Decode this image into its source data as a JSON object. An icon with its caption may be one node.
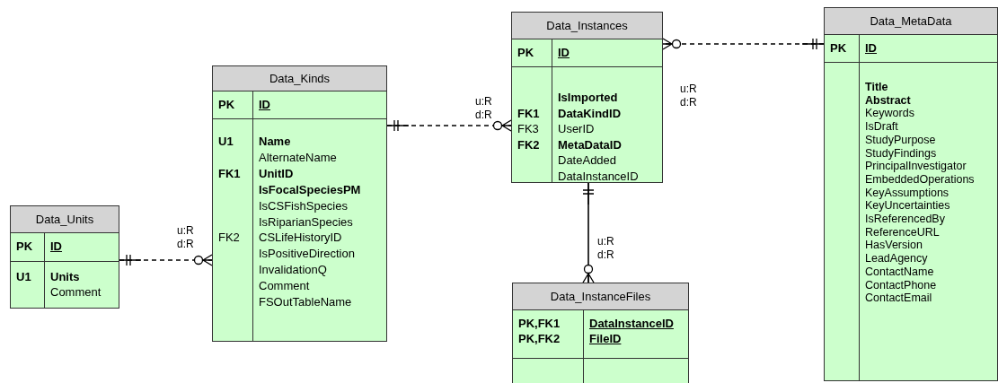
{
  "diagram": {
    "nodes": [
      {
        "text": [
          "Data_Units"
        ]
      },
      {
        "text": [
          "PK"
        ],
        "in": 0
      },
      {
        "text": [
          "ID"
        ],
        "in": 0
      },
      {
        "text": [
          "**U1**"
        ],
        "in": 0
      },
      {
        "text": [
          "**Units**",
          "Comment"
        ],
        "in": 0
      },
      {
        "text": [
          "Data_Kinds"
        ]
      },
      {
        "text": [
          "PK"
        ],
        "in": 5
      },
      {
        "text": [
          "ID"
        ],
        "in": 5
      },
      {
        "text": [
          "**U1**",
          "**FK1**",
          "FK2"
        ],
        "in": 5
      },
      {
        "text": [
          "**Name**",
          "AlternateName",
          "**UnitID**",
          "**IsFocalSpeciesPM**",
          "IsCSFishSpecies",
          "IsRiparianSpecies",
          "CSLifeHistoryID",
          "IsPositiveDirection",
          "InvalidationQ",
          "Comment",
          "FSOutTableName"
        ],
        "in": 5
      },
      {
        "text": [
          "Data_Instances"
        ]
      },
      {
        "text": [
          "PK"
        ],
        "in": 10
      },
      {
        "text": [
          "ID"
        ],
        "in": 10
      },
      {
        "text": [
          "**FK1**",
          "FK3",
          "**FK2**"
        ],
        "in": 10
      },
      {
        "text": [
          "**IsImported**",
          "**DataKindID**",
          "UserID",
          "**MetaDataID**",
          "DateAdded",
          "DataInstanceID"
        ],
        "in": 10
      },
      {
        "text": [
          "Data_InstanceFiles"
        ]
      },
      {
        "text": [
          "PK,FK1",
          "PK,FK2"
        ],
        "in": 15
      },
      {
        "text": [
          "DataInstanceID",
          "FileID"
        ],
        "in": 15
      },
      {
        "text": [],
        "shape": "box",
        "in": 15
      },
      {
        "text": [],
        "shape": "box",
        "in": 15
      },
      {
        "text": [
          "Data_MetaData"
        ]
      },
      {
        "text": [
          "PK"
        ],
        "in": 20
      },
      {
        "text": [
          "ID"
        ],
        "in": 20
      },
      {
        "text": [],
        "shape": "box",
        "in": 20
      },
      {
        "text": [
          "**Title**",
          "**Abstract**",
          "Keywords",
          "IsDraft",
          "StudyPurpose",
          "StudyFindings",
          "PrincipalInvestigator",
          "EmbeddedOperations",
          "KeyAssumptions",
          "KeyUncertainties",
          "IsReferencedBy",
          "ReferenceURL",
          "HasVersion",
          "LeadAgency",
          "ContactName",
          "ContactPhone",
          "ContactEmail"
        ],
        "in": 20
      }
    ],
    "edges": [
      {
        "from": 0,
        "to": 5,
        "arrow": "other",
        "style": "dashed",
        "label": "u:R d:R"
      },
      {
        "from": 5,
        "to": 10,
        "arrow": "other",
        "style": "dashed",
        "label": "u:R d:R"
      },
      {
        "from": 20,
        "to": 10,
        "arrow": "other",
        "style": "dashed",
        "label": "u:R d:R"
      },
      {
        "from": 10,
        "to": 15,
        "arrow": "other",
        "label": "u:R d:R"
      }
    ]
  }
}
